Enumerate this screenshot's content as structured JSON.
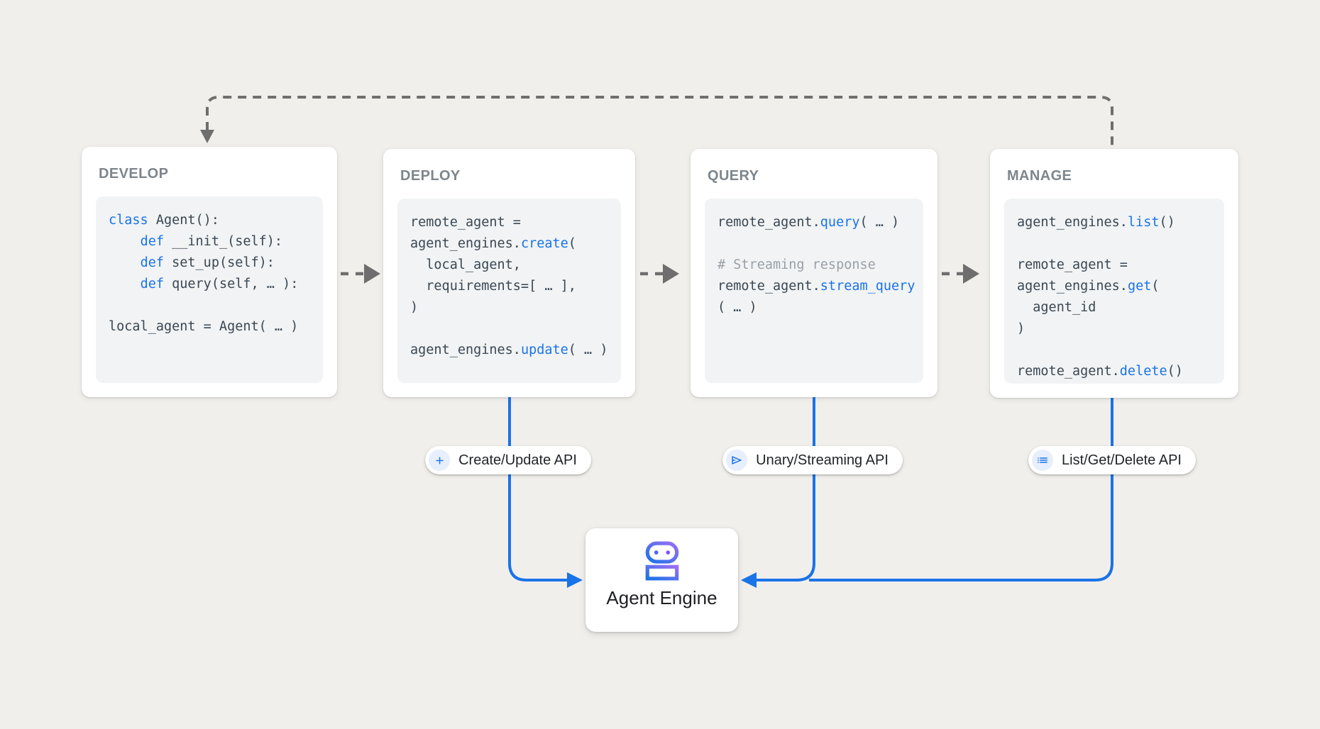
{
  "colors": {
    "background": "#f1efeb",
    "accent_blue": "#1a73e8",
    "line_gray": "#6e6e6e",
    "keyword_blue": "#1a73e8",
    "comment_gray": "#9aa0a6",
    "code_text": "#3a4753"
  },
  "cards": [
    {
      "title": "DEVELOP",
      "code": [
        [
          {
            "t": "class ",
            "c": "kw"
          },
          {
            "t": "Agent():",
            "c": "d"
          }
        ],
        [
          {
            "t": "    ",
            "c": "d"
          },
          {
            "t": "def ",
            "c": "kw"
          },
          {
            "t": "__init_(self):",
            "c": "d"
          }
        ],
        [
          {
            "t": "    ",
            "c": "d"
          },
          {
            "t": "def ",
            "c": "kw"
          },
          {
            "t": "set_up(self):",
            "c": "d"
          }
        ],
        [
          {
            "t": "    ",
            "c": "d"
          },
          {
            "t": "def ",
            "c": "kw"
          },
          {
            "t": "query(self, … ):",
            "c": "d"
          }
        ],
        [],
        [
          {
            "t": "local_agent = Agent( … )",
            "c": "d"
          }
        ]
      ]
    },
    {
      "title": "DEPLOY",
      "code": [
        [
          {
            "t": "remote_agent =",
            "c": "d"
          }
        ],
        [
          {
            "t": "agent_engines.",
            "c": "d"
          },
          {
            "t": "create",
            "c": "kw"
          },
          {
            "t": "(",
            "c": "d"
          }
        ],
        [
          {
            "t": "  local_agent,",
            "c": "d"
          }
        ],
        [
          {
            "t": "  requirements=[ … ],",
            "c": "d"
          }
        ],
        [
          {
            "t": ")",
            "c": "d"
          }
        ],
        [],
        [
          {
            "t": "agent_engines.",
            "c": "d"
          },
          {
            "t": "update",
            "c": "kw"
          },
          {
            "t": "( … )",
            "c": "d"
          }
        ]
      ]
    },
    {
      "title": "QUERY",
      "code": [
        [
          {
            "t": "remote_agent.",
            "c": "d"
          },
          {
            "t": "query",
            "c": "kw"
          },
          {
            "t": "( … )",
            "c": "d"
          }
        ],
        [],
        [
          {
            "t": "# Streaming response",
            "c": "c"
          }
        ],
        [
          {
            "t": "remote_agent.",
            "c": "d"
          },
          {
            "t": "stream_query",
            "c": "kw"
          }
        ],
        [
          {
            "t": "( … )",
            "c": "d"
          }
        ]
      ]
    },
    {
      "title": "MANAGE",
      "code": [
        [
          {
            "t": "agent_engines.",
            "c": "d"
          },
          {
            "t": "list",
            "c": "kw"
          },
          {
            "t": "()",
            "c": "d"
          }
        ],
        [],
        [
          {
            "t": "remote_agent =",
            "c": "d"
          }
        ],
        [
          {
            "t": "agent_engines.",
            "c": "d"
          },
          {
            "t": "get",
            "c": "kw"
          },
          {
            "t": "(",
            "c": "d"
          }
        ],
        [
          {
            "t": "  agent_id",
            "c": "d"
          }
        ],
        [
          {
            "t": ")",
            "c": "d"
          }
        ],
        [],
        [
          {
            "t": "remote_agent.",
            "c": "d"
          },
          {
            "t": "delete",
            "c": "kw"
          },
          {
            "t": "()",
            "c": "d"
          }
        ]
      ]
    }
  ],
  "api_pills": [
    {
      "icon": "plus-icon",
      "label": "Create/Update API"
    },
    {
      "icon": "send-icon",
      "label": "Unary/Streaming API"
    },
    {
      "icon": "list-icon",
      "label": "List/Get/Delete API"
    }
  ],
  "engine": {
    "icon": "robot-icon",
    "label": "Agent Engine"
  }
}
